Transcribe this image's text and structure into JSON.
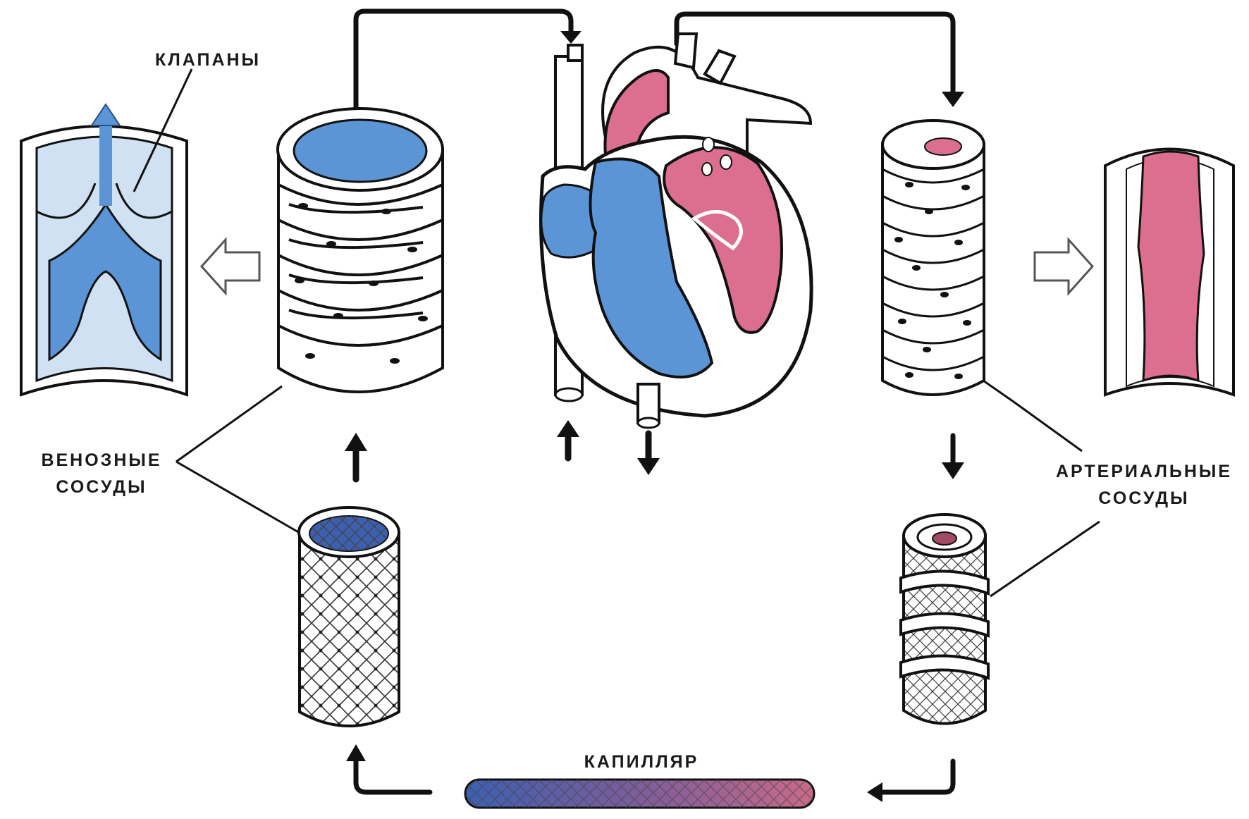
{
  "labels": {
    "valves": "КЛАПАНЫ",
    "venous_line1": "ВЕНОЗНЫЕ",
    "venous_line2": "СОСУДЫ",
    "arterial_line1": "АРТЕРИАЛЬНЫЕ",
    "arterial_line2": "СОСУДЫ",
    "capillary": "КАПИЛЛЯР"
  },
  "colors": {
    "venous_blood": "#5b95d6",
    "venous_light": "#cfe1f2",
    "arterial_blood": "#dc6f8f",
    "outline": "#111111",
    "background": "#ffffff"
  }
}
